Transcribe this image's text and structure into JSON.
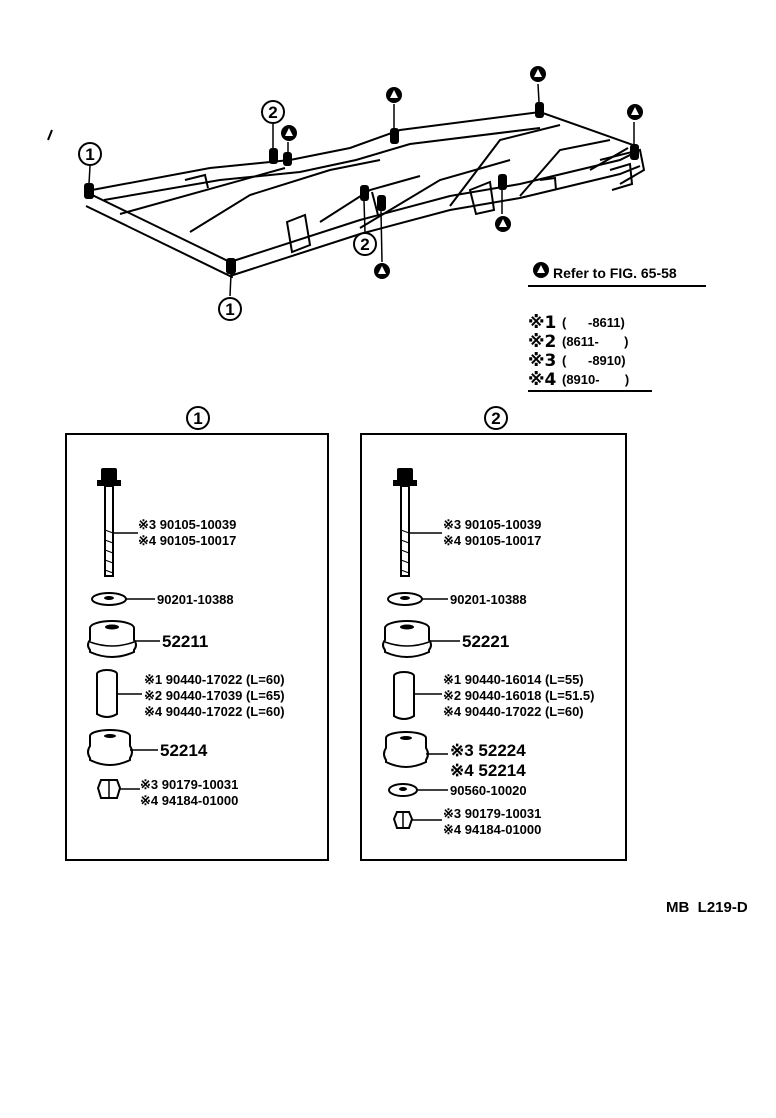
{
  "refer_note": "Refer to FIG. 65-58",
  "callouts": {
    "one": "1",
    "two": "2"
  },
  "legend": [
    {
      "mark": "※1",
      "range": "(      -8611)"
    },
    {
      "mark": "※2",
      "range": "(8611-       )"
    },
    {
      "mark": "※3",
      "range": "(      -8910)"
    },
    {
      "mark": "※4",
      "range": "(8910-       )"
    }
  ],
  "panel1": {
    "title": "1",
    "bolt": [
      "※3 90105-10039",
      "※4 90105-10017"
    ],
    "washer": "90201-10388",
    "cushion_upper": "52211",
    "collar": [
      "※1 90440-17022 (L=60)",
      "※2 90440-17039 (L=65)",
      "※4 90440-17022 (L=60)"
    ],
    "cushion_lower": "52214",
    "nut": [
      "※3 90179-10031",
      "※4 94184-01000"
    ]
  },
  "panel2": {
    "title": "2",
    "bolt": [
      "※3 90105-10039",
      "※4 90105-10017"
    ],
    "washer": "90201-10388",
    "cushion_upper": "52221",
    "collar": [
      "※1 90440-16014 (L=55)",
      "※2 90440-16018 (L=51.5)",
      "※4 90440-17022 (L=60)"
    ],
    "cushion_lower": [
      "※3 52224",
      "※4 52214"
    ],
    "washer2": "90560-10020",
    "nut": [
      "※3 90179-10031",
      "※4 94184-01000"
    ]
  },
  "footer_code": "MB  L219-D"
}
